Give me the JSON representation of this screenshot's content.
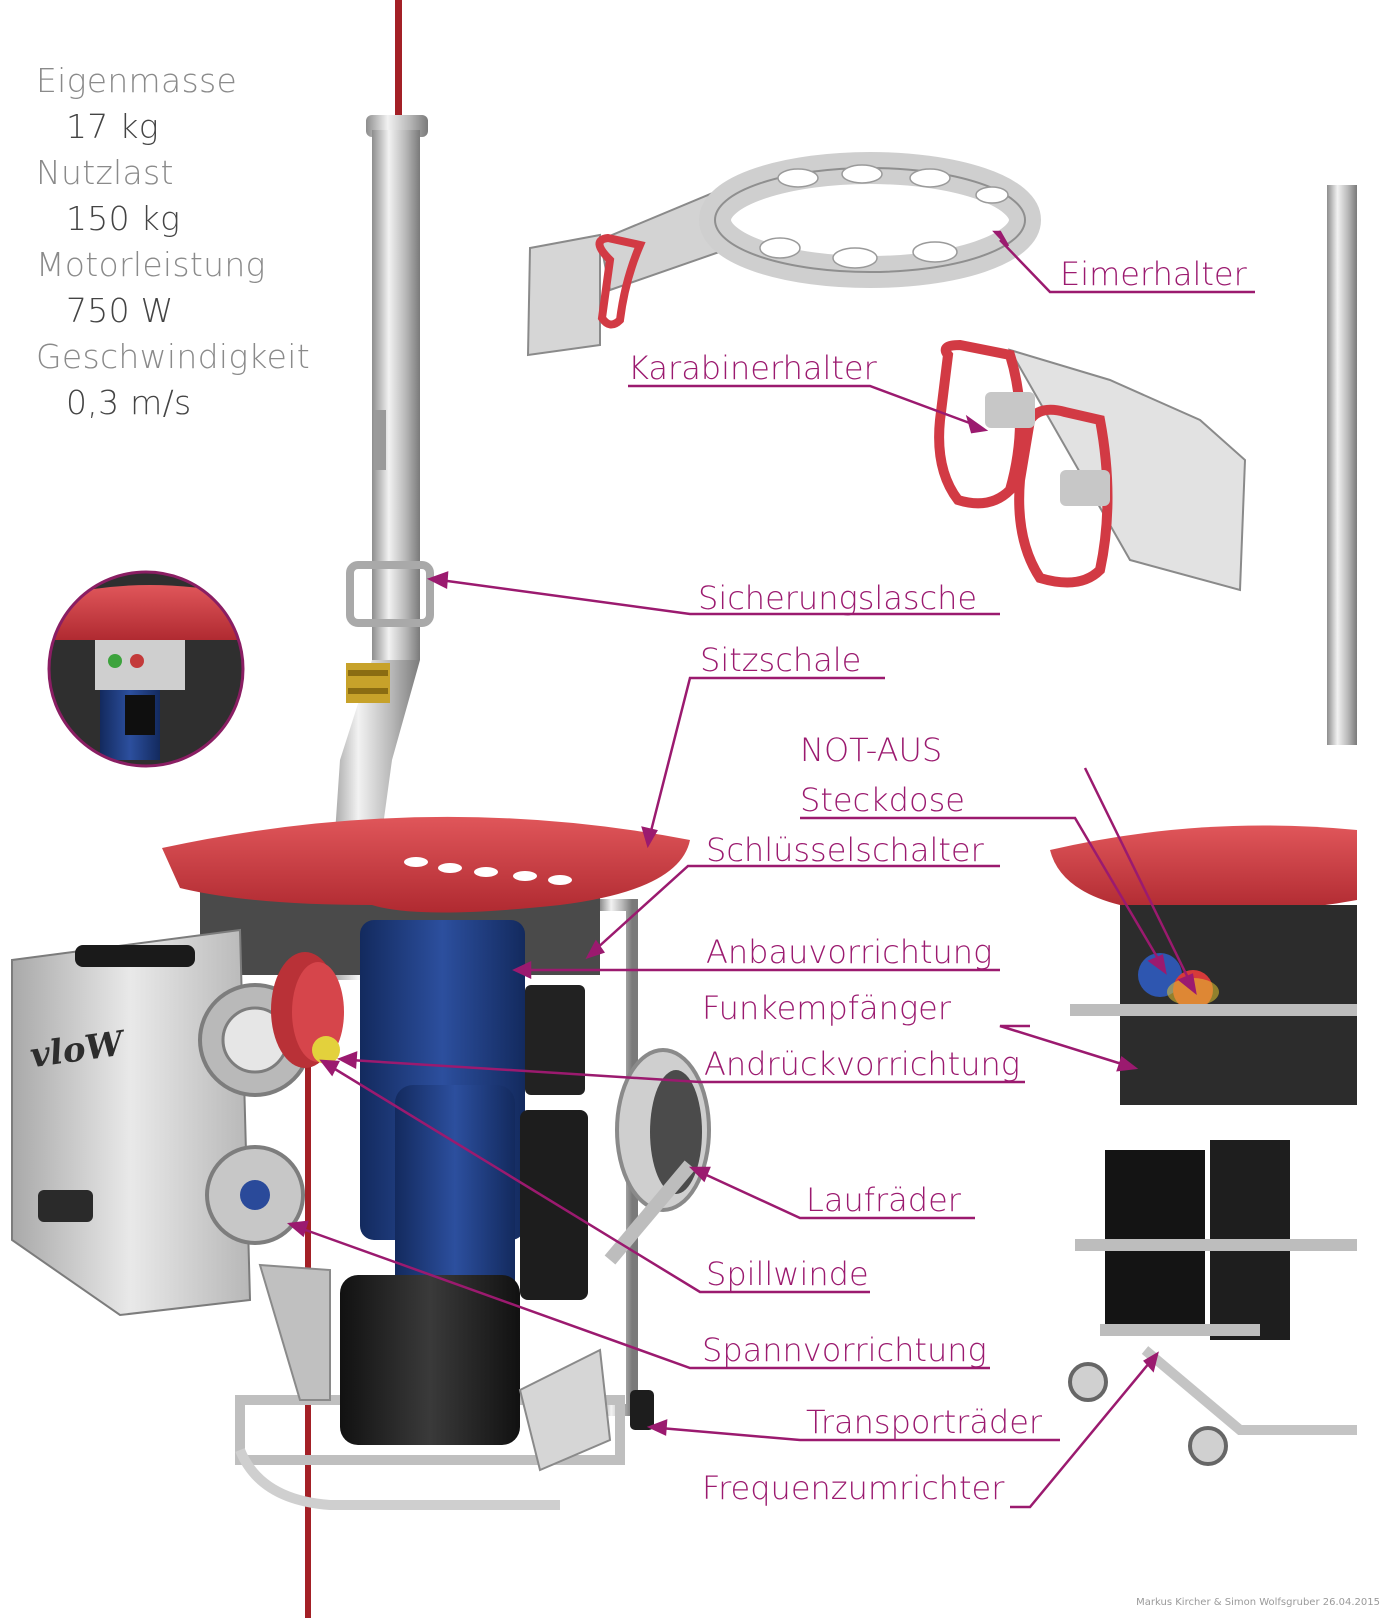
{
  "specs": [
    {
      "label": "Eigenmasse",
      "value": "17 kg"
    },
    {
      "label": "Nutzlast",
      "value": "150 kg"
    },
    {
      "label": "Motorleistung",
      "value": "750 W"
    },
    {
      "label": "Geschwindigkeit",
      "value": "0,3 m/s"
    }
  ],
  "callouts": {
    "eimerhalter": "Eimerhalter",
    "karabinerhalter": "Karabinerhalter",
    "sicherungslasche": "Sicherungslasche",
    "sitzschale": "Sitzschale",
    "not_aus": "NOT-AUS",
    "steckdose": "Steckdose",
    "schluesselschalter": "Schlüsselschalter",
    "anbauvorrichtung": "Anbauvorrichtung",
    "funkempfaenger": "Funkempfänger",
    "andrueckvorrichtung": "Andrückvorrichtung",
    "laufraeder": "Laufräder",
    "spillwinde": "Spillwinde",
    "spannvorrichtung": "Spannvorrichtung",
    "transportraeder": "Transporträder",
    "frequenzumrichter": "Frequenzumrichter"
  },
  "brand_logo": "vloW",
  "credit": "Markus Kircher & Simon Wolfsgruber  26.04.2015",
  "colors": {
    "callout": "#9b1a6f",
    "seat_red": "#c9383f",
    "motor_blue": "#1e3a7a",
    "chrome": "#c9c9c9"
  }
}
